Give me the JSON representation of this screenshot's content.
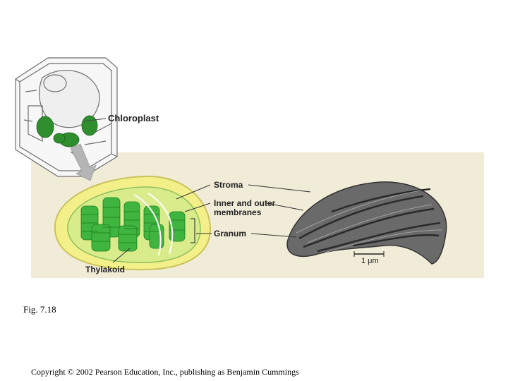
{
  "labels": {
    "chloroplast": "Chloroplast",
    "stroma": "Stroma",
    "membranes_line1": "Inner and outer",
    "membranes_line2": "membranes",
    "granum": "Granum",
    "thylakoid": "Thylakoid",
    "scale": "1 μm"
  },
  "caption": "Fig. 7.18",
  "copyright": "Copyright © 2002 Pearson Education, Inc., publishing as Benjamin Cummings"
}
